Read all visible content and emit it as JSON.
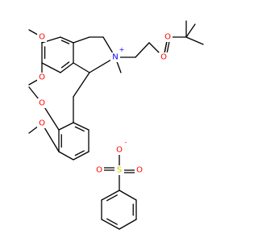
{
  "molecule": {
    "atom_labels": {
      "o_methoxy_6": "O",
      "o_methoxy_7": "O",
      "o_methoxy_3p": "O",
      "o_methoxy_4p": "O",
      "n_plus": "N",
      "o_ester_single": "O",
      "o_ester_double": "O",
      "s_sulfonate": "S",
      "o_sulfonate_neg": "O",
      "o_sulfonate_left": "O",
      "o_sulfonate_right": "O"
    },
    "charges": {
      "n_plus": "+",
      "o_sulfonate_neg": "-"
    },
    "element_colors": {
      "C": "#000000",
      "O": "#ff0000",
      "N": "#0000ff",
      "S": "#cccc00"
    }
  }
}
